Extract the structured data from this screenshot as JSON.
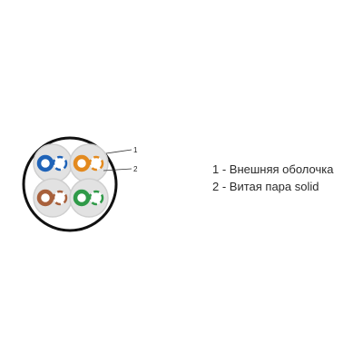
{
  "diagram": {
    "callouts": [
      {
        "number": "1"
      },
      {
        "number": "2"
      }
    ]
  },
  "legend": {
    "items": [
      {
        "text": "1 - Внешняя оболочка"
      },
      {
        "text": "2 - Витая пара solid"
      }
    ]
  },
  "pairs": [
    {
      "color_name": "blue",
      "color": "#1f63b8"
    },
    {
      "color_name": "orange",
      "color": "#e38a1f"
    },
    {
      "color_name": "brown",
      "color": "#a8603b"
    },
    {
      "color_name": "green",
      "color": "#2f9a48"
    }
  ],
  "colors": {
    "jacket_outline": "#111111",
    "pair_jacket": "#e2e2e2",
    "pair_jacket_outline": "#cfcfcf",
    "white_wire": "#ffffff",
    "leader_line": "#333333"
  }
}
